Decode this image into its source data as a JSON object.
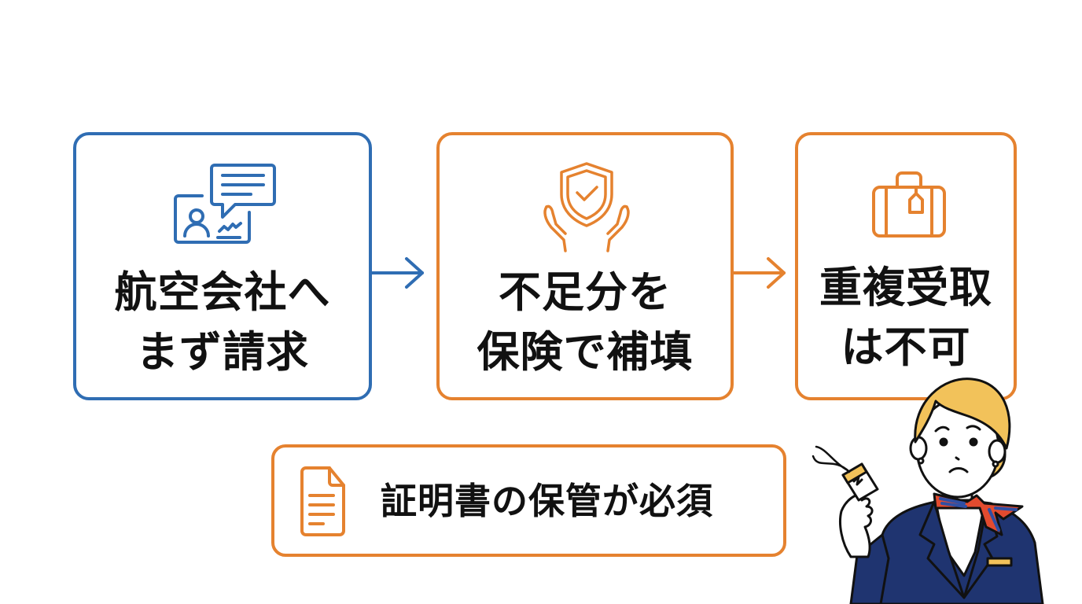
{
  "colors": {
    "blue": "#2f6db3",
    "orange": "#e5822f",
    "text": "#111111",
    "navy": "#1f3470",
    "hair": "#f2c25a"
  },
  "steps": [
    {
      "icon": "id-card-speech-bubble-icon",
      "lines": [
        "航空会社へ",
        "まず請求"
      ],
      "color": "blue"
    },
    {
      "icon": "shield-check-hands-icon",
      "lines": [
        "不足分を",
        "保険で補填"
      ],
      "color": "orange"
    },
    {
      "icon": "suitcase-tag-icon",
      "lines": [
        "重複受取",
        "は不可"
      ],
      "color": "orange"
    }
  ],
  "arrows": [
    {
      "icon": "arrow-right-icon",
      "color": "blue"
    },
    {
      "icon": "arrow-right-icon",
      "color": "orange"
    }
  ],
  "note": {
    "icon": "document-icon",
    "text": "証明書の保管が必須"
  },
  "character": {
    "description": "worried flight attendant holding a torn baggage tag"
  }
}
